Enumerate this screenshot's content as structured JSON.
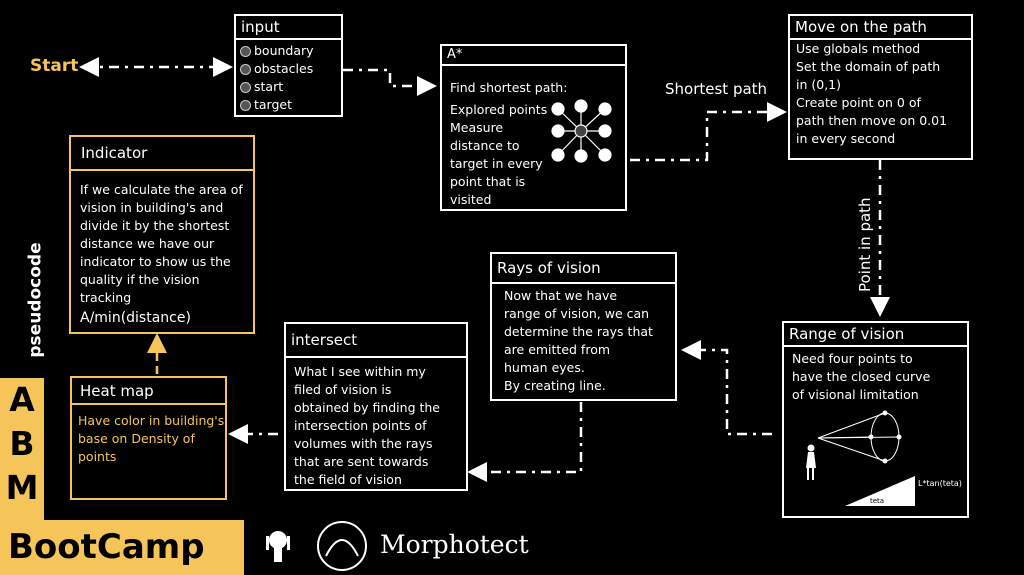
{
  "start_label": "Start",
  "shortest_path_label": "Shortest path",
  "point_in_path_label": "Point in path",
  "sidebar_label": "pseudocode",
  "abm_letters": [
    "A",
    "B",
    "M"
  ],
  "bootcamp_label": "BootCamp",
  "brand_name": "Morphotect",
  "input": {
    "title": "input",
    "items": [
      "boundary",
      "obstacles",
      "start",
      "target"
    ]
  },
  "astar": {
    "title": "A*",
    "subtitle": "Find shortest path:",
    "body": "Explored points\nMeasure\ndistance to\ntarget in every\npoint that is\nvisited"
  },
  "move": {
    "title": "Move on the path",
    "body": "Use globals method\nSet the domain of path\nin (0,1)\nCreate point on 0 of\npath then move on 0.01\nin every second"
  },
  "indicator": {
    "title": "Indicator",
    "body": "If we calculate the area of\nvision in building's and\ndivide it by the shortest\ndistance we have our\nindicator to show us the\nquality if the vision\ntracking",
    "formula": "A/min(distance)"
  },
  "rays": {
    "title": "Rays of vision",
    "body": "Now that we have\nrange of vision, we can\ndetermine the rays that\nare emitted from\nhuman eyes.\nBy creating line."
  },
  "intersect": {
    "title": "intersect",
    "body": "What I see within my\nfiled of vision is\nobtained by finding the\nintersection points of\nvolumes with the rays\nthat are sent towards\nthe field of vision"
  },
  "range": {
    "title": "Range of vision",
    "body": "Need four points to\nhave the closed curve\nof visional limitation",
    "tan_label": "L*tan(teta)",
    "teta_label": "teta"
  },
  "heatmap": {
    "title": "Heat map",
    "body": "Have color in building's\nbase on Density of\npoints"
  },
  "colors": {
    "accent": "#f5c55a",
    "background": "#000000",
    "line": "#ffffff"
  }
}
